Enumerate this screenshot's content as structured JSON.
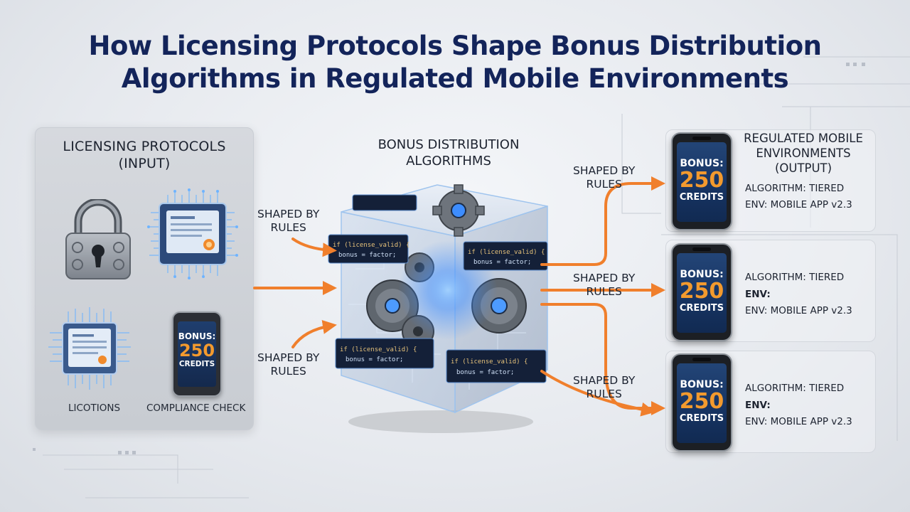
{
  "title": {
    "line1": "How Licensing Protocols Shape Bonus Distribution",
    "line2": "Algorithms in Regulated Mobile Environments"
  },
  "input_panel": {
    "title_line1": "LICENSING PROTOCOLS",
    "title_line2": "(INPUT)",
    "labels": {
      "licotions": "LICOTIONS",
      "compliance": "COMPLIANCE CHECK"
    },
    "phone": {
      "bonus": "BONUS:",
      "amount": "250",
      "credits": "CREDITS"
    }
  },
  "center": {
    "title_line1": "BONUS DISTRIBUTION",
    "title_line2": "ALGORITHMS",
    "code_lines": [
      "if (license_valid) {",
      "bonus = factor;"
    ]
  },
  "rules": {
    "line1": "SHAPED BY",
    "line2": "RULES"
  },
  "output": {
    "title_line1": "REGULATED MOBILE",
    "title_line2": "ENVIRONMENTS",
    "title_line3": "(OUTPUT)",
    "cards": [
      {
        "bonus": "BONUS:",
        "amount": "250",
        "credits": "CREDITS",
        "algorithm": "ALGORITHM: TIERED",
        "env": "ENV: MOBILE APP v2.3"
      },
      {
        "bonus": "BONUS:",
        "amount": "250",
        "credits": "CREDITS",
        "algorithm": "ALGORITHM: TIERED",
        "env_label": "ENV:",
        "env": "ENV: MOBILE APP v2.3"
      },
      {
        "bonus": "BONUS:",
        "amount": "250",
        "credits": "CREDITS",
        "algorithm": "ALGORITHM: TIERED",
        "env_label": "ENV:",
        "env": "ENV: MOBILE APP v2.3"
      }
    ]
  },
  "colors": {
    "title": "#13245a",
    "arrow": "#f07f2c",
    "accent_glow": "#3d8dff",
    "bonus_amount": "#f39a2e"
  }
}
